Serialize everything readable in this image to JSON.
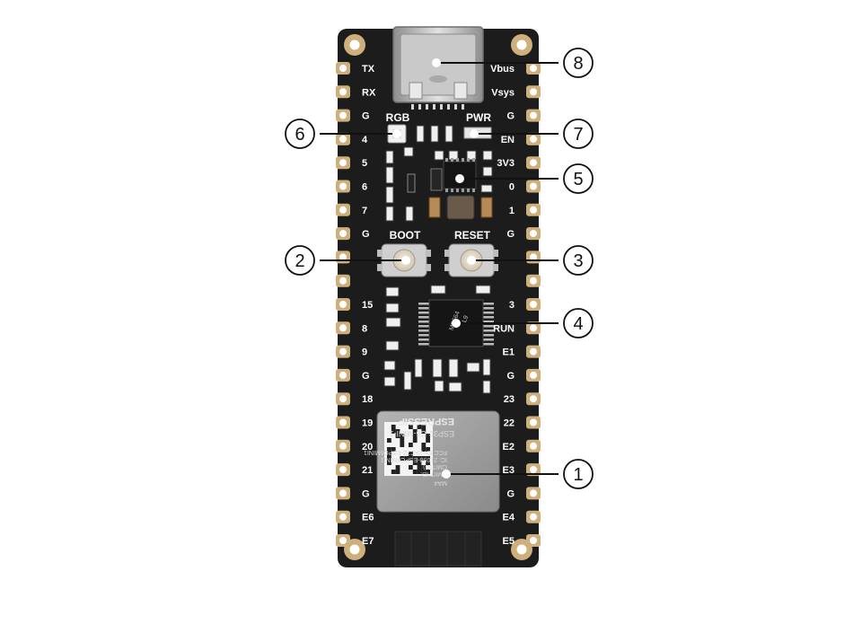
{
  "board": {
    "left_pins": [
      "TX",
      "RX",
      "G",
      "4",
      "5",
      "6",
      "7",
      "G",
      "",
      "",
      "15",
      "8",
      "9",
      "G",
      "18",
      "19",
      "20",
      "21",
      "G",
      "E6",
      "E7"
    ],
    "right_pins": [
      "Vbus",
      "Vsys",
      "G",
      "EN",
      "3V3",
      "0",
      "1",
      "G",
      "",
      "",
      "3",
      "RUN",
      "E1",
      "G",
      "23",
      "22",
      "E2",
      "E3",
      "G",
      "E4",
      "E5"
    ],
    "silkscreen": {
      "rgb": "RGB",
      "pwr": "PWR",
      "boot": "BOOT",
      "reset": "RESET"
    },
    "module": {
      "brand": "ESPRESSIF",
      "model": "ESP32-C6-MINI-1",
      "code": "MA4",
      "lines": [
        "CMIIT ID:",
        "FCC ID: 2AC7Z-ESPC6MINI1",
        "IC: 21098-ESPC6MINI1",
        "R 205-XXXXXX",
        "CMIT(C)"
      ]
    },
    "chip_marking": [
      "MP564",
      "L9"
    ]
  },
  "callouts": [
    {
      "number": "1",
      "target": "esp32-c6-module"
    },
    {
      "number": "2",
      "target": "boot-button"
    },
    {
      "number": "3",
      "target": "reset-button"
    },
    {
      "number": "4",
      "target": "usb-uart-chip"
    },
    {
      "number": "5",
      "target": "power-regulator"
    },
    {
      "number": "6",
      "target": "rgb-led"
    },
    {
      "number": "7",
      "target": "power-led"
    },
    {
      "number": "8",
      "target": "usb-c-connector"
    }
  ],
  "colors": {
    "board": "#1c1c1c",
    "pad": "#cfb07c",
    "silkscreen": "#ffffff",
    "callout_stroke": "#111111",
    "module": "#9a9a9a"
  }
}
